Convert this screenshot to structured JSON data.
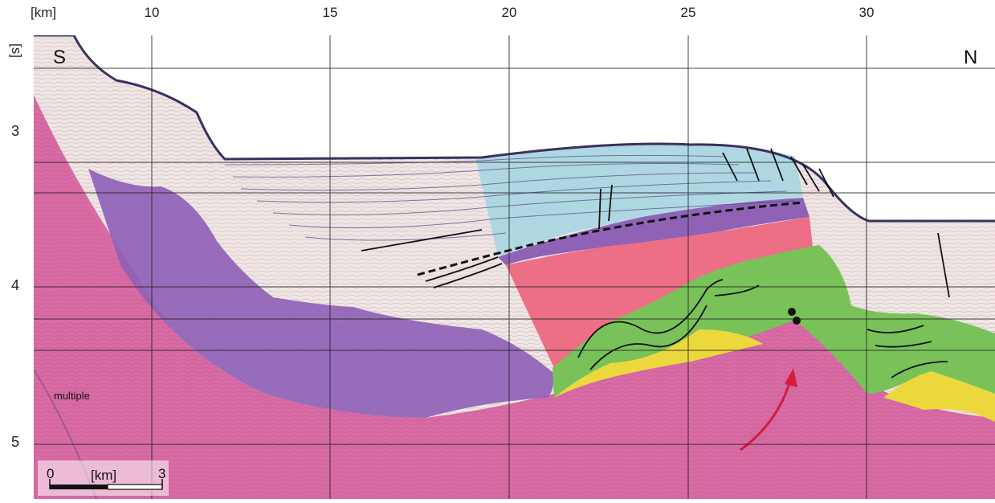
{
  "axes": {
    "x_unit": "[km]",
    "y_unit": "[s]",
    "x_ticks": [
      "10",
      "15",
      "20",
      "25",
      "30"
    ],
    "y_ticks": [
      "3",
      "4",
      "5"
    ]
  },
  "orientation": {
    "left": "S",
    "right": "N"
  },
  "annotations": {
    "multiple": "multiple"
  },
  "scale_bar": {
    "start": "0",
    "unit": "[km]",
    "end": "3"
  },
  "colors": {
    "basement": "#d86aa4",
    "purple_unit": "#8f62b6",
    "salmon_unit": "#ec6f86",
    "green_unit": "#79c25a",
    "yellow_unit": "#ecd83d",
    "blue_unit": "#a9d6e1",
    "sediment": "#efe5e3",
    "fault_arrow": "#d21e3c"
  }
}
